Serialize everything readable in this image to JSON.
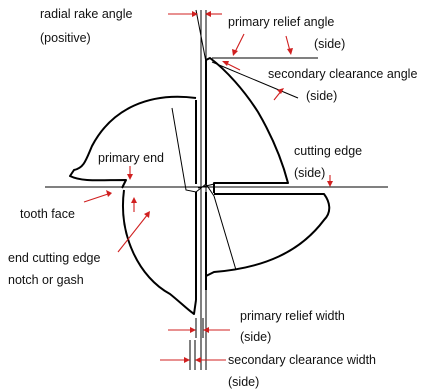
{
  "labels": {
    "radial_rake_angle": "radial rake angle",
    "positive": "(positive)",
    "primary_relief_angle": "primary relief angle",
    "primary_relief_angle_side": "(side)",
    "secondary_clearance_angle": "secondary clearance angle",
    "secondary_clearance_angle_side": "(side)",
    "primary_end": "primary end",
    "cutting_edge": "cutting edge",
    "cutting_edge_side": "(side)",
    "tooth_face": "tooth face",
    "end_cutting_edge_notch_line1": "end cutting edge",
    "end_cutting_edge_notch_line2": "notch or gash",
    "primary_relief_width": "primary relief width",
    "primary_relief_width_side": "(side)",
    "secondary_clearance_width": "secondary clearance width",
    "secondary_clearance_width_side": "(side)"
  },
  "colors": {
    "outline": "#000000",
    "annotation_arrow": "#d02020"
  }
}
